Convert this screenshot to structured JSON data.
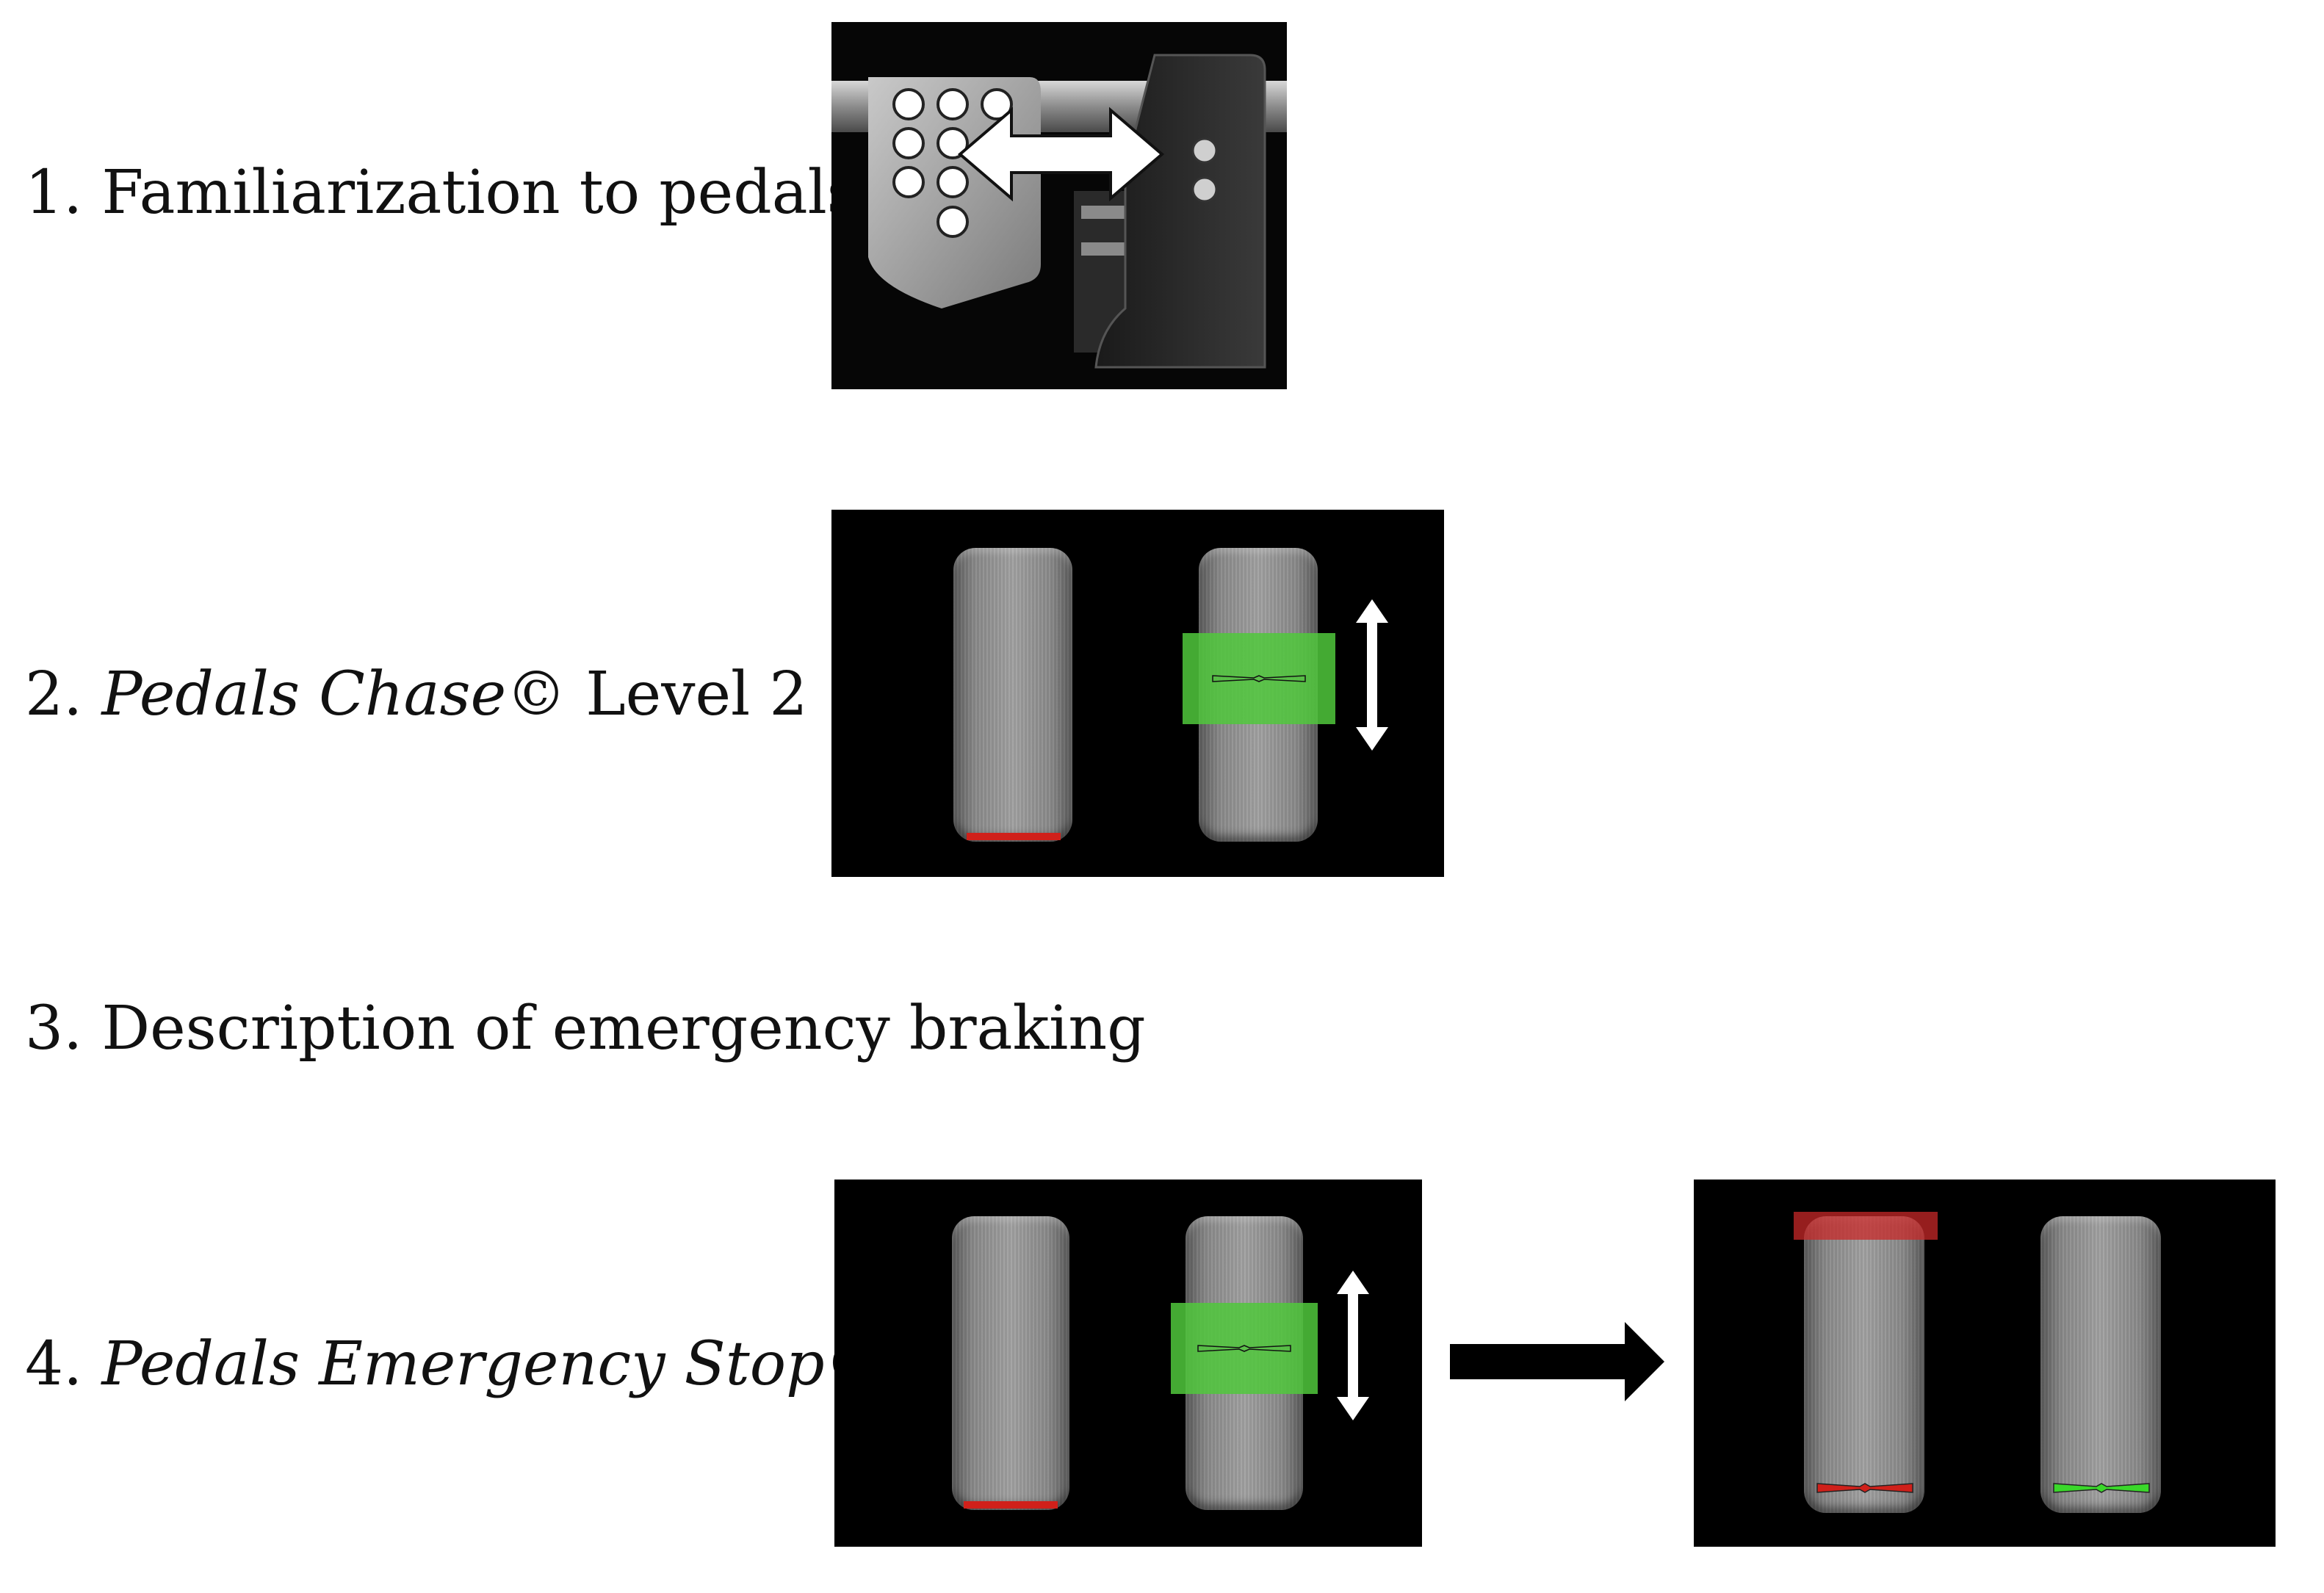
{
  "steps": [
    {
      "number": "1.",
      "text": "Familiarization to pedals"
    },
    {
      "number": "2.",
      "text_italic": "Pedals Chase",
      "text_rest": "© Level 2"
    },
    {
      "number": "3.",
      "text": "Description of emergency braking"
    },
    {
      "number": "4.",
      "text_italic": "Pedals Emergency Stop",
      "text_rest": "©"
    }
  ],
  "colors": {
    "background": "#ffffff",
    "panel": "#000000",
    "pedal_gray": "#8a8a8a",
    "green_zone": "#50c83c",
    "red_indicator": "#d0201a",
    "arrow": "#000000"
  },
  "icons": {
    "double_arrow_horizontal": "double-headed-horizontal-arrow-icon",
    "double_arrow_vertical": "double-headed-vertical-arrow-icon",
    "right_arrow": "right-arrow-icon"
  }
}
